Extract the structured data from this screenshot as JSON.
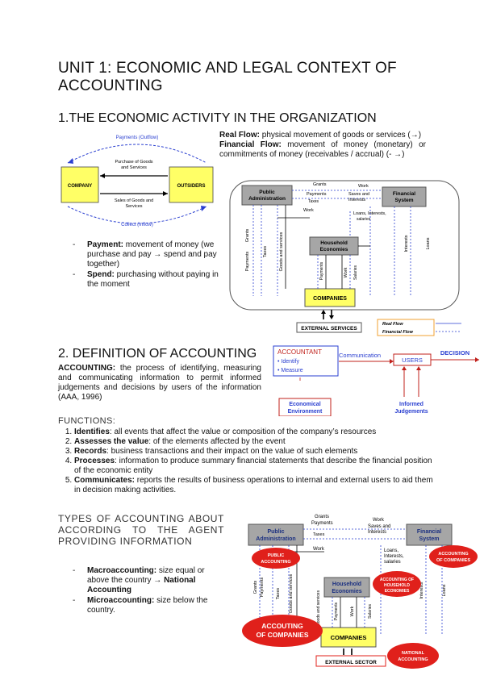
{
  "title": "UNIT 1: ECONOMIC AND LEGAL CONTEXT OF ACCOUNTING",
  "section1": {
    "heading": "1.THE ECONOMIC ACTIVITY IN THE ORGANIZATION",
    "real_flow_label": "Real Flow:",
    "real_flow_text": " physical movement of goods or services (→)",
    "financial_flow_label": "Financial Flow:",
    "financial_flow_text": " movement of money (monetary) or commitments of money (receivables / accrual) (- →)",
    "payment_label": "Payment:",
    "payment_text": " movement of money (we purchase and pay → spend and pay together)",
    "spend_label": "Spend:",
    "spend_text": " purchasing without paying in the moment"
  },
  "diagram1": {
    "company": "COMPANY",
    "outsiders": "OUTSIDERS",
    "payments": "Payments (Outflow)",
    "purchase_1": "Purchase of Goods",
    "purchase_2": "and Services",
    "sales_1": "Sales of Goods and",
    "sales_2": "Services",
    "collect": "Collect (Inflow)"
  },
  "diagram2": {
    "public_1": "Public",
    "public_2": "Administration",
    "financial_1": "Financial",
    "financial_2": "System",
    "household_1": "Household",
    "household_2": "Economies",
    "companies": "COMPANIES",
    "external": "EXTERNAL SERVICES",
    "grants": "Grants",
    "payments": "Payments",
    "taxes": "Taxes",
    "work": "Work",
    "savings_1": "Saves and",
    "savings_2": "Interests",
    "loans_1": "Loans, Interests,",
    "loans_2": "salaries",
    "goods": "Goods and services",
    "interests": "Interests",
    "loans": "Loans",
    "salaries": "Salaries",
    "legend_real": "Real Flow",
    "legend_financial": "Financial Flow"
  },
  "section2": {
    "heading": "2. DEFINITION OF ACCOUNTING",
    "def_label": "ACCOUNTING:",
    "def_text": " the process of identifying, measuring and communicating information to permit informed judgements and decisions by users of the information (AAA, 1996)",
    "functions_heading": "FUNCTIONS:",
    "functions": [
      {
        "label": "Identifies",
        "text": ": all events that affect the value or composition of the company’s resources"
      },
      {
        "label": "Assesses the value",
        "text": ": of the elements affected by the event"
      },
      {
        "label": "Records",
        "text": ": business transactions and their impact on the value of such elements"
      },
      {
        "label": "Processes",
        "text": ": information to produce summary financial statements that describe the financial position of the economic entity"
      },
      {
        "label": "Communicates:",
        "text": " reports the results of business operations to internal and external users to aid them in decision making activities."
      }
    ]
  },
  "diagram3": {
    "accountant": "ACCOUNTANT",
    "identify": "• Identify",
    "measure": "• Measure",
    "communication": "Communication",
    "users": "USERS",
    "decision": "DECISION",
    "env_1": "Economical",
    "env_2": "Environment",
    "informed_1": "Informed",
    "informed_2": "Judgements"
  },
  "section3": {
    "heading": "TYPES OF ACCOUNTING ABOUT ACCORDING TO THE AGENT PROVIDING INFORMATION",
    "macro_label": "Macroaccounting:",
    "macro_text": " size equal or above the country → ",
    "macro_bold": "National Accounting",
    "micro_label": "Microaccounting:",
    "micro_text": " size below the country."
  },
  "diagram4": {
    "grants": "Grants",
    "payments": "Payments",
    "work": "Work",
    "savings_1": "Saves and",
    "savings_2": "Interests",
    "public_1": "Public",
    "public_2": "Administration",
    "taxes": "Taxes",
    "financial_1": "Financial",
    "financial_2": "System",
    "loans_1": "Loans,",
    "loans_2": "Interests,",
    "loans_3": "salaries",
    "public_acc_1": "PUBLIC",
    "public_acc_2": "ACCOUNTING",
    "acc_companies_1": "ACCOUNTING",
    "acc_companies_2": "OF COMPANIES",
    "household_1": "Household",
    "household_2": "Economies",
    "acc_house_1": "ACCOUNTING OF",
    "acc_house_2": "HOUSEHOLD",
    "acc_house_3": "ECONOMIES",
    "big_acc_1": "ACCOUTING",
    "big_acc_2": "OF COMPANIES",
    "companies": "COMPANIES",
    "national_1": "NATIONAL",
    "national_2": "ACCOUNTING",
    "external": "EXTERNAL SECTOR",
    "interests": "Interests",
    "loans": "Loans",
    "salaries": "Salaries",
    "goods": "Goods and services"
  },
  "colors": {
    "yellow": "#ffff66",
    "gray_box": "#a6a6a6",
    "red_accent": "#e0201b",
    "blue_dash": "#2a3fd0",
    "dark_red": "#8b1a1a"
  }
}
